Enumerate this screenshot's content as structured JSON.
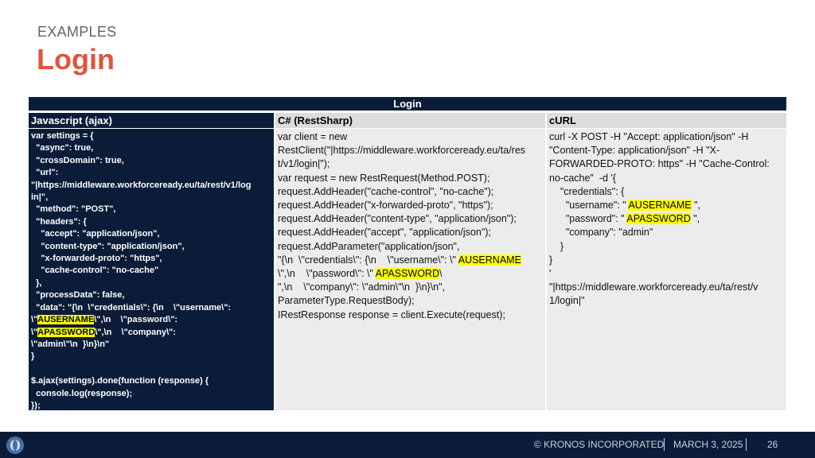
{
  "slide": {
    "kicker": "EXAMPLES",
    "title": "Login"
  },
  "table": {
    "header": "Login",
    "columns": [
      "Javascript (ajax)",
      "C# (RestSharp)",
      "cURL"
    ],
    "js_lines": [
      "var settings = {",
      "  \"async\": true,",
      "  \"crossDomain\": true,",
      "  \"url\":",
      "\"|https://middleware.workforceready.eu/ta/rest/v1/log",
      "in|\",",
      "  \"method\": \"POST\",",
      "  \"headers\": {",
      "    \"accept\": \"application/json\",",
      "    \"content-type\": \"application/json\",",
      "    \"x-forwarded-proto\": \"https\",",
      "    \"cache-control\": \"no-cache\"",
      "  },",
      "  \"processData\": false,",
      "  \"data\": \"{\\n  \\\"credentials\\\": {\\n    \\\"username\\\":",
      "\\\"#AUSERNAME#\\\",\\n    \\\"password\\\":",
      "\\\"#APASSWORD#\\\",\\n    \\\"company\\\":",
      "\\\"admin\\\"\\n  }\\n}\\n\"",
      "}",
      "",
      "$.ajax(settings).done(function (response) {",
      "  console.log(response);",
      "});"
    ],
    "cs_lines": [
      "var client = new",
      "RestClient(\"|https://middleware.workforceready.eu/ta/res",
      "t/v1/login|\");",
      "var request = new RestRequest(Method.POST);",
      "request.AddHeader(\"cache-control\", \"no-cache\");",
      "request.AddHeader(\"x-forwarded-proto\", \"https\");",
      "request.AddHeader(\"content-type\", \"application/json\");",
      "request.AddHeader(\"accept\", \"application/json\");",
      "request.AddParameter(\"application/json\",",
      "\"{\\n  \\\"credentials\\\": {\\n    \\\"username\\\": \\\" #AUSERNAME#",
      "\\\",\\n    \\\"password\\\": \\\" #APASSWORD#\\",
      "\",\\n    \\\"company\\\": \\\"admin\\\"\\n  }\\n}\\n\",",
      "ParameterType.RequestBody);",
      "IRestResponse response = client.Execute(request);"
    ],
    "curl_lines": [
      "curl -X POST -H \"Accept: application/json\" -H",
      "\"Content-Type: application/json\" -H \"X-",
      "FORWARDED-PROTO: https\" -H \"Cache-Control:",
      "no-cache\"  -d '{",
      "    \"credentials\": {",
      "      \"username\": \" #AUSERNAME# \",",
      "      \"password\": \" #APASSWORD# \",",
      "      \"company\": \"admin\"",
      "    }",
      "}",
      "'",
      "\"|https://middleware.workforceready.eu/ta/rest/v",
      "1/login|\""
    ]
  },
  "footer": {
    "company": "© KRONOS INCORPORATED",
    "date": "MARCH 3, 2025",
    "page": "26"
  }
}
